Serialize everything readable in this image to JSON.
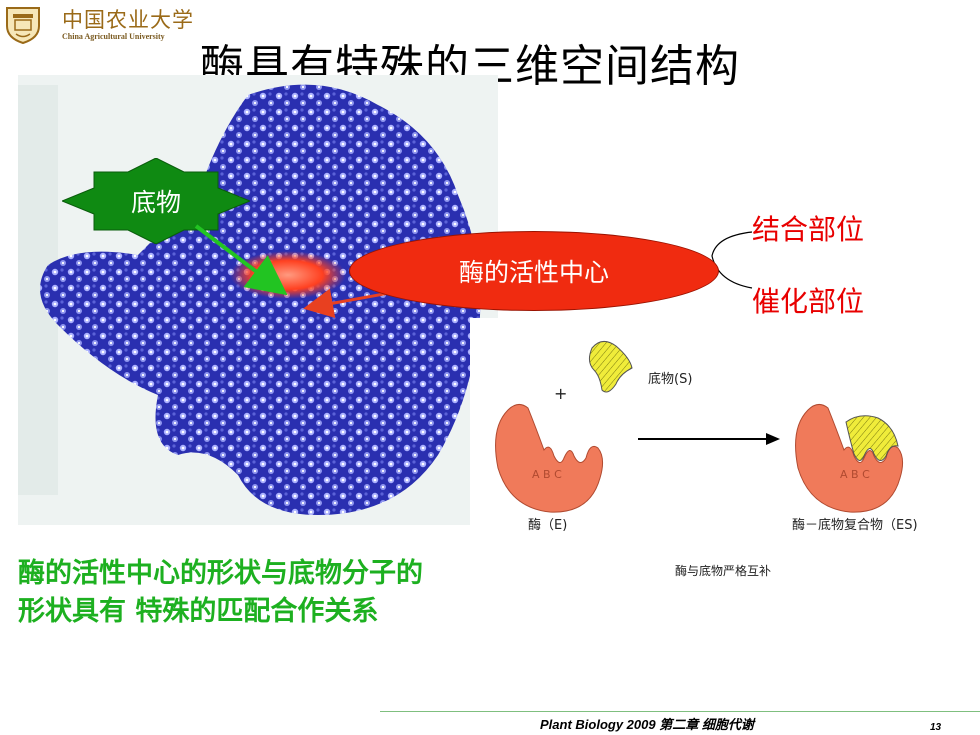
{
  "logo": {
    "name_cn": "中国农业大学",
    "name_en": "China Agricultural University"
  },
  "title": "酶具有特殊的三维空间结构",
  "labels": {
    "substrate": "底物",
    "active_center": "酶的活性中心",
    "binding_site": "结合部位",
    "catalytic_site": "催化部位"
  },
  "diagram": {
    "plus": "+",
    "substrate_s": "底物(S)",
    "enzyme_e": "酶（E)",
    "es_complex": "酶－底物复合物（ES)",
    "site_letters_left": "A B C",
    "site_letters_right": "A B C",
    "caption": "酶与底物严格互补"
  },
  "caption": "酶的活性中心的形状与底物分子的形状具有 特殊的匹配合作关系",
  "footer": "Plant Biology 2009 第二章 细胞代谢",
  "page_number": "13",
  "colors": {
    "enzyme_blue": "#2a2fb0",
    "substrate_green": "#0f8a12",
    "active_red": "#f02b10",
    "site_red": "#e80000",
    "caption_green": "#1db020",
    "enzyme_salmon": "#f07a5a",
    "substrate_yellow": "#f0ec3a"
  }
}
